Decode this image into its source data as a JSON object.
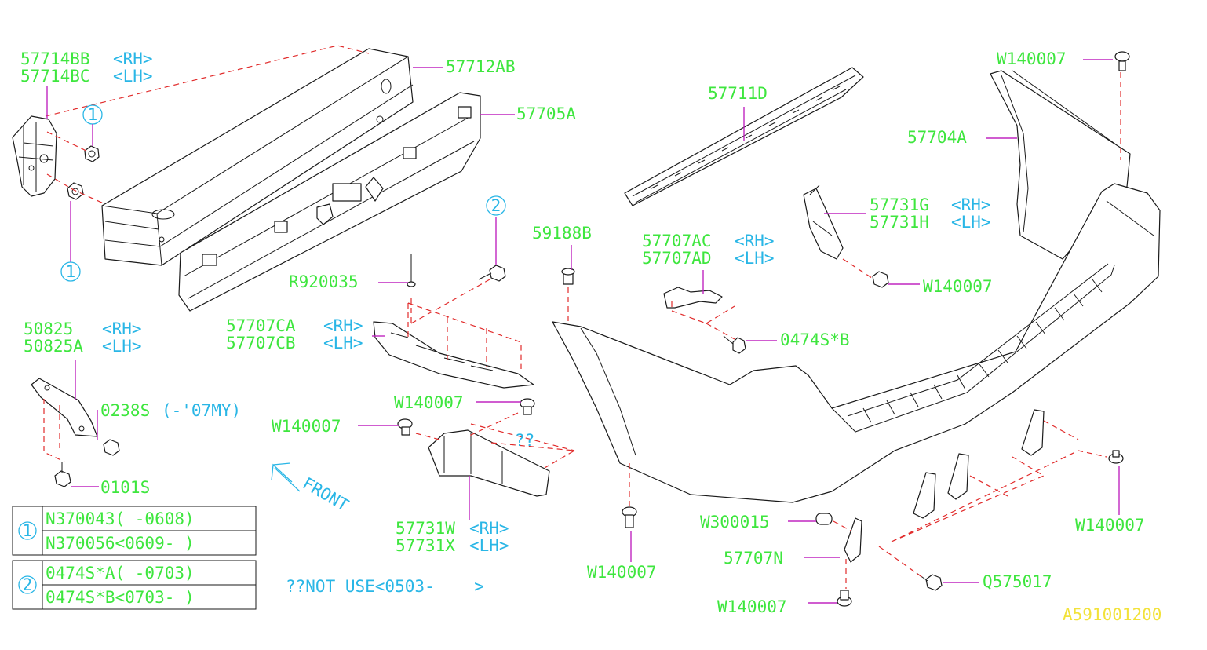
{
  "labels": {
    "p57714bb": "57714BB",
    "p57714bb_side": "<RH>",
    "p57714bc": "57714BC",
    "p57714bc_side": "<LH>",
    "p57712ab": "57712AB",
    "p57705a": "57705A",
    "p57711d": "57711D",
    "p57704a": "57704A",
    "w140007_top": "W140007",
    "p57731g": "57731G",
    "p57731g_side": "<RH>",
    "p57731h": "57731H",
    "p57731h_side": "<LH>",
    "w140007_r1": "W140007",
    "p59188b": "59188B",
    "p57707ac": "57707AC",
    "p57707ac_side": "<RH>",
    "p57707ad": "57707AD",
    "p57707ad_side": "<LH>",
    "p0474sb": "0474S*B",
    "r920035": "R920035",
    "p57707ca": "57707CA",
    "p57707ca_side": "<RH>",
    "p57707cb": "57707CB",
    "p57707cb_side": "<LH>",
    "p50825": "50825",
    "p50825_side": "<RH>",
    "p50825a": "50825A",
    "p50825a_side": "<LH>",
    "p0238s": "0238S",
    "p0238s_side": "(-'07MY)",
    "p0101s": "0101S",
    "w140007_mid1": "W140007",
    "w140007_mid2": "W140007",
    "qq_bracket": "??",
    "p57731w": "57731W",
    "p57731w_side": "<RH>",
    "p57731x": "57731X",
    "p57731x_side": "<LH>",
    "w140007_bottom": "W140007",
    "w300015": "W300015",
    "p57707n": "57707N",
    "w140007_bottom2": "W140007",
    "q575017": "Q575017",
    "w140007_right": "W140007",
    "front": "FRONT",
    "not_use": "??NOT USE<0503-    >",
    "diagram_id": "A591001200",
    "callout_1": "1",
    "callout_2": "2"
  },
  "legend": {
    "group1": {
      "num": "1",
      "rows": [
        "N370043(    -0608)",
        "N370056<0609-    )"
      ]
    },
    "group2": {
      "num": "2",
      "rows": [
        "0474S*A(    -0703)",
        "0474S*B<0703-    )"
      ]
    }
  },
  "colors": {
    "label": "#3ee63e",
    "callout": "#29b6e6",
    "leader": "#c026c0",
    "dashed": "#e12b2b",
    "diagram_id": "#f2e23a",
    "line_art": "#1a1a1a"
  }
}
